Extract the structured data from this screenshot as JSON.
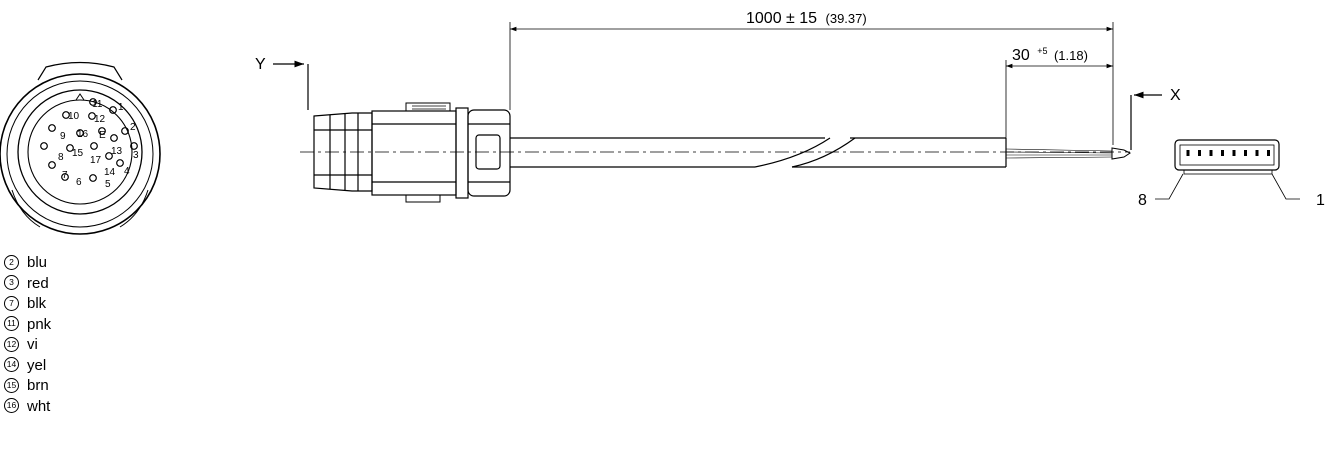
{
  "dimensions": {
    "total": "1000 ± 15",
    "total_inch": "(39.37)",
    "strip": "30",
    "strip_tol": "+5",
    "strip_inch": "(1.18)"
  },
  "labels": {
    "view_y": "Y",
    "view_x": "X",
    "conn_pin_left": "8",
    "conn_pin_right": "1"
  },
  "connector_face": {
    "pins": [
      {
        "num": "1"
      },
      {
        "num": "2"
      },
      {
        "num": "3"
      },
      {
        "num": "4"
      },
      {
        "num": "5"
      },
      {
        "num": "6"
      },
      {
        "num": "7"
      },
      {
        "num": "8"
      },
      {
        "num": "9"
      },
      {
        "num": "10"
      },
      {
        "num": "11"
      },
      {
        "num": "12"
      },
      {
        "num": "13"
      },
      {
        "num": "14"
      },
      {
        "num": "15"
      },
      {
        "num": "16"
      },
      {
        "num": "17"
      },
      {
        "num": "E"
      }
    ]
  },
  "legend": [
    {
      "pin": "2",
      "color": "blu"
    },
    {
      "pin": "3",
      "color": "red"
    },
    {
      "pin": "7",
      "color": "blk"
    },
    {
      "pin": "11",
      "color": "pnk"
    },
    {
      "pin": "12",
      "color": "vi"
    },
    {
      "pin": "14",
      "color": "yel"
    },
    {
      "pin": "15",
      "color": "brn"
    },
    {
      "pin": "16",
      "color": "wht"
    }
  ]
}
